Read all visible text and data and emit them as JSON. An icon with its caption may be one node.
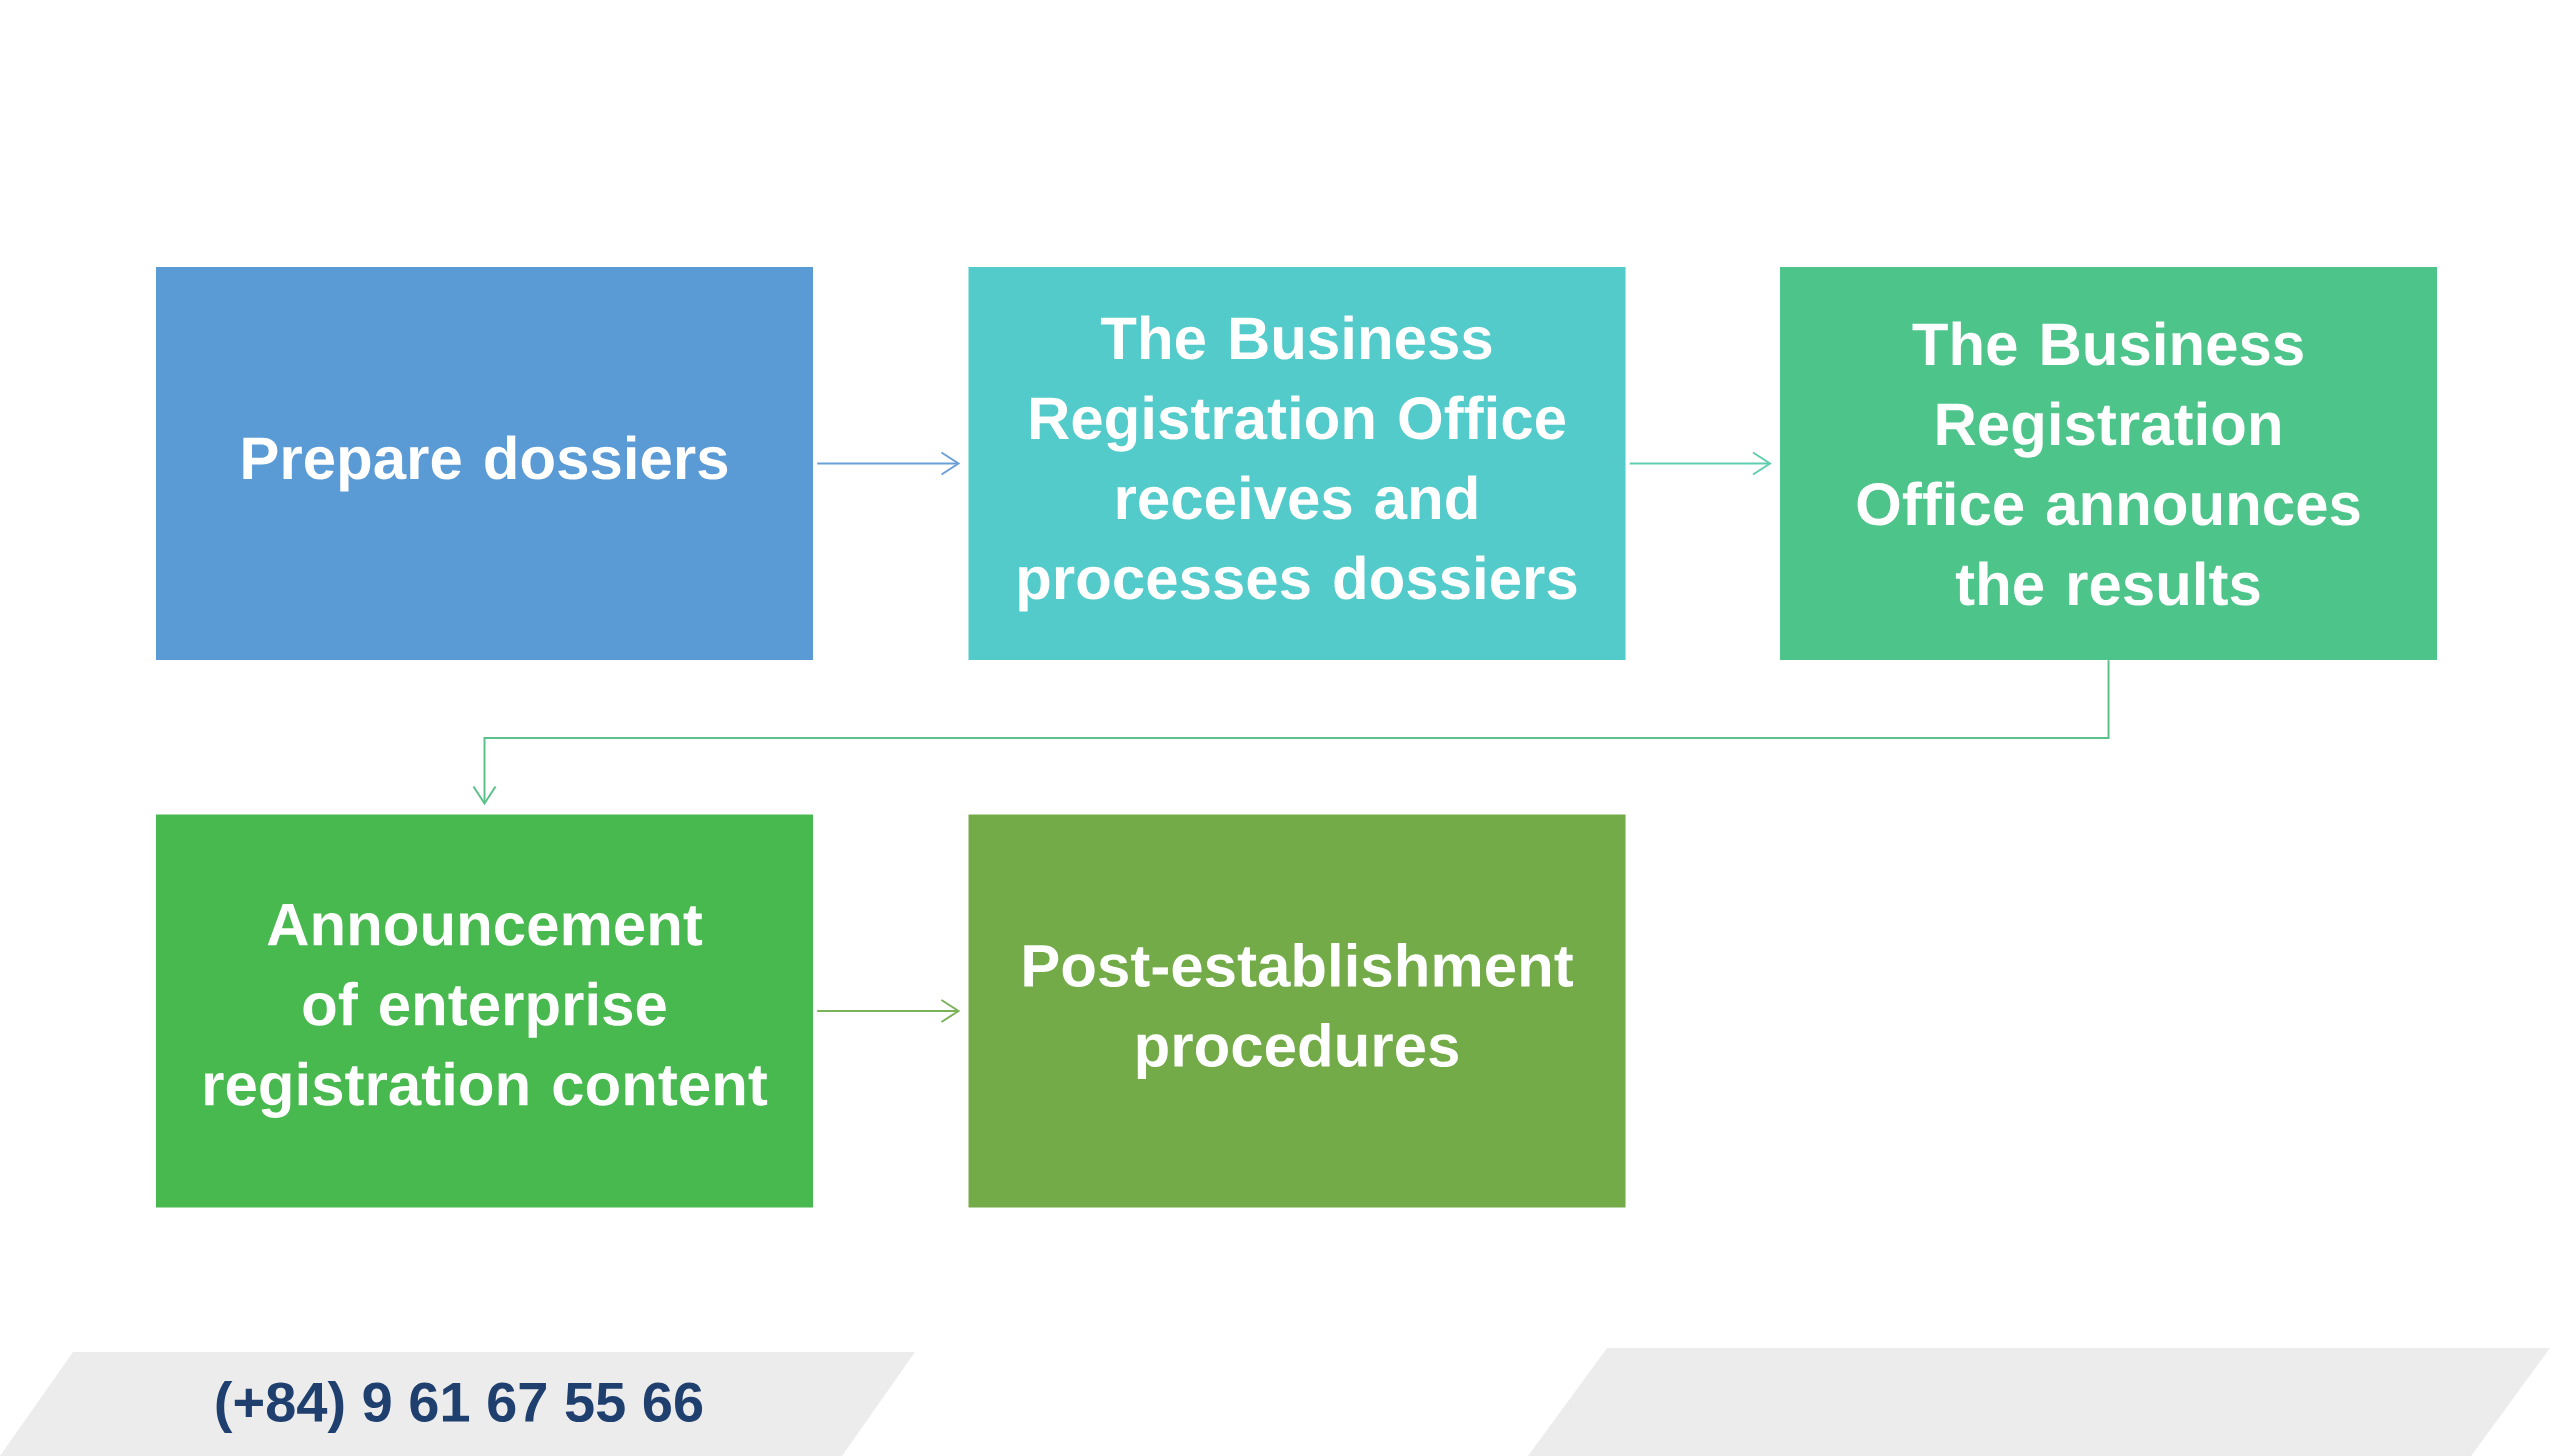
{
  "diagram": {
    "nodes": [
      {
        "text": [
          "Prepare dossiers"
        ]
      },
      {
        "text": [
          "The Business Registration Office receives and processes dossiers"
        ]
      },
      {
        "text": [
          "The Business Registration Office announces the results"
        ]
      },
      {
        "text": [
          "Announcement of enterprise registration content"
        ]
      },
      {
        "text": [
          "Post-establishment procedures"
        ]
      }
    ],
    "edges": [
      {
        "from": 0,
        "to": 1,
        "arrow": "to",
        "color": "#6a9fd8"
      },
      {
        "from": 1,
        "to": 2,
        "arrow": "to",
        "color": "#5fcdb0"
      },
      {
        "from": 2,
        "to": 3,
        "arrow": "to",
        "color": "#5cc08a"
      },
      {
        "from": 3,
        "to": 4,
        "arrow": "to",
        "color": "#7ab35a"
      }
    ],
    "labels": [
      "(+84) 9 61 67 55 66"
    ]
  }
}
